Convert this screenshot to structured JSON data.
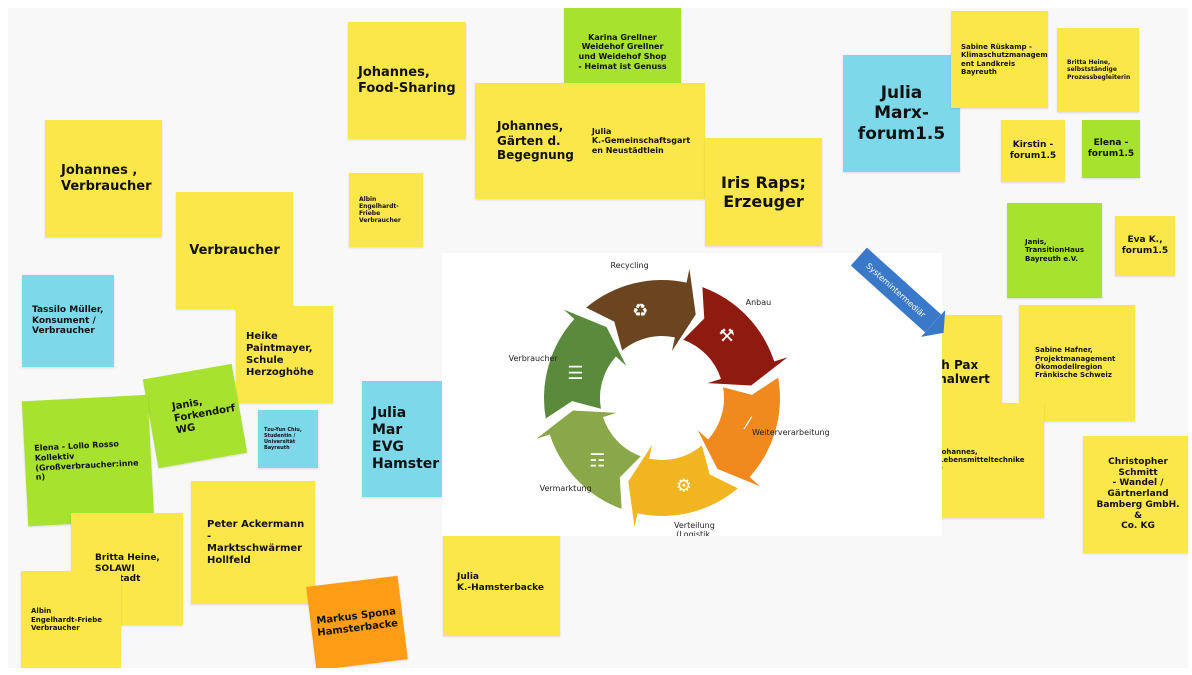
{
  "notes": {
    "johannes_food_sharing": "Johannes,\nFood-Sharing",
    "karina": "Karina Grellner\nWeidehof Grellner\nund Weidehof Shop\n- Heimat ist Genuss",
    "johannes_gaerten": "Johannes,\nGärten d.\nBegegnung",
    "julia_k_gemeinschaft": "Julia\nK.-Gemeinschaftsgart\nen Neustädtlein",
    "iris": "Iris Raps;\nErzeuger",
    "julia_marx_forum": "Julia\nMarx-\nforum1.5",
    "sabine_rueskamp": "Sabine Rüskamp -\nKlimaschutzmanagem\nent Landkreis\nBayreuth",
    "britta_prozess": "Britta Heine,\nselbstständige\nProzessbegleiterin",
    "kirstin": "Kirstin -\nforum1.5",
    "elena_forum": "Elena -\nforum1.5",
    "johannes_verbraucher": "Johannes ,\nVerbraucher",
    "albin_top": "Albin\nEngelhardt-Friebe\nVerbraucher",
    "verbraucher": "Verbraucher",
    "janis_transition": "Janis,\nTransitionHaus\nBayreuth e.V.",
    "eva": "Eva K.,\nforum1.5",
    "tassilo": "Tassilo Müller,\nKonsument /\nVerbraucher",
    "heike": "Heike\nPaintmayer,\nSchule\nHerzoghöhe",
    "ulrich_pax": "ich Pax\nonalwert",
    "sabine_hafner": "Sabine Hafner,\nProjektmanagement\nÖkomodellregion\nFränkische Schweiz",
    "janis_forkendorf": "Janis,\nForkendorf\nWG",
    "tzu_yun": "Tzu-Yun Chiu,\nStudentin /\nUniversität\nBayreuth",
    "julia_marx_evg": "Julia Mar\nEVG\nHamster",
    "elena_lollo": "Elena - Lollo Rosso\nKollektiv\n(Großverbraucher:inne\nn)",
    "johannes_lebensmittel": "Johannes,\nLebensmitteltechnike\nr",
    "christopher": "Christopher Schmitt\n- Wandel /\nGärtnerland\nBamberg GmbH. &\nCo. KG",
    "peter": "Peter Ackermann -\nMarktschwärmer\nHollfeld",
    "britta_solawi": "Britta Heine,\nSOLAWI\nannstadt",
    "julia_k_hamster": "Julia\nK.-Hamsterbacke",
    "albin_bottom": "Albin\nEngelhardt-Friebe\nVerbraucher",
    "markus": "Markus Spona\nHamsterbacke"
  },
  "diagram": {
    "badge": "Systemintermediär",
    "stages": [
      "Anbau",
      "Weiterverarbeitung",
      "Verteilung\n(Logistik,\nLagerung)",
      "Vermarktung",
      "Verbraucher",
      "Recycling"
    ],
    "colors": [
      "#8e1a10",
      "#f08a1e",
      "#f0b520",
      "#8aa84a",
      "#5a8a3c",
      "#6b4420"
    ],
    "icons": [
      "fork-trowel-icon",
      "knife-icon",
      "gear-icon",
      "shopping-cart-icon",
      "cutlery-icon",
      "recycle-icon"
    ]
  }
}
